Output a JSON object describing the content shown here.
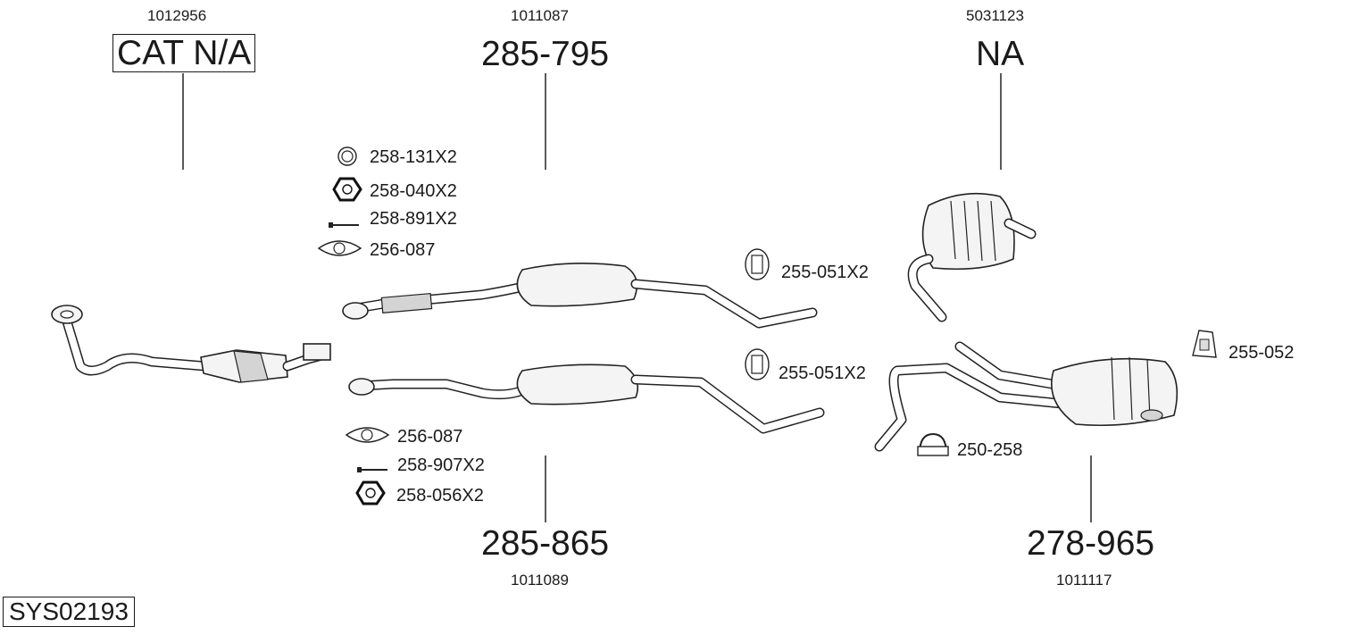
{
  "diagram_code": "SYS02193",
  "groups": {
    "cat": {
      "ref": "1012956",
      "part": "CAT N/A"
    },
    "front": {
      "ref": "1011087",
      "part": "285-795"
    },
    "rear_silencer": {
      "ref": "5031123",
      "part": "NA"
    },
    "front_alt": {
      "ref": "1011089",
      "part": "285-865"
    },
    "rear_alt": {
      "ref": "1011117",
      "part": "278-965"
    }
  },
  "accessories": {
    "ring": "258-131X2",
    "nut_top": "258-040X2",
    "bolt_top": "258-891X2",
    "gasket_top": "256-087",
    "mount_upper": "255-051X2",
    "mount_lower": "255-051X2",
    "mount_right": "255-052",
    "clamp": "250-258",
    "gasket_bottom": "256-087",
    "bolt_bottom": "258-907X2",
    "nut_bottom": "258-056X2"
  }
}
